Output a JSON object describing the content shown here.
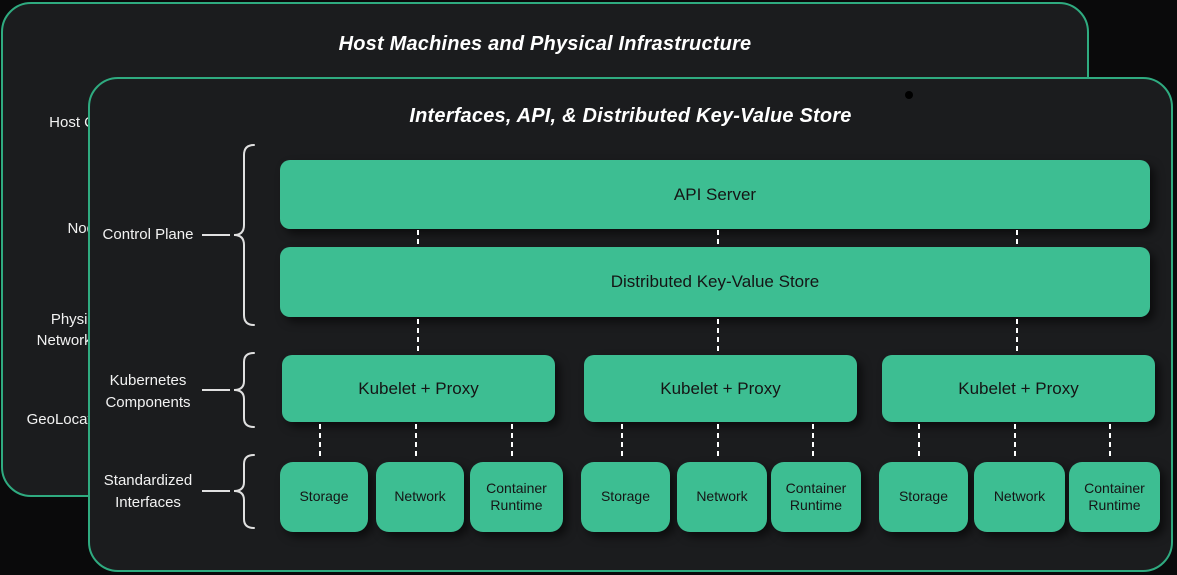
{
  "colors": {
    "canvas_background": "#0a0a0b",
    "panel_fill": "#1b1c1e",
    "panel_border": "#2fab80",
    "box_fill": "#3dbe92",
    "box_text": "#151515",
    "label_text": "#f2f2f2",
    "brace_stroke": "#e0e0e0",
    "connector_dash": "#ffffff"
  },
  "back_panel": {
    "title": "Host Machines and Physical Infrastructure",
    "clipped_labels": {
      "host": "Host C",
      "nodes": "Nod",
      "physical_line1": "Physic",
      "physical_line2": "Networki",
      "geolocation": "GeoLocati"
    }
  },
  "front_panel": {
    "title": "Interfaces, API, & Distributed Key-Value Store",
    "rail_labels": {
      "control_plane": "Control Plane",
      "kubernetes_line1": "Kubernetes",
      "kubernetes_line2": "Components",
      "standardized_line1": "Standardized",
      "standardized_line2": "Interfaces"
    },
    "boxes": {
      "api_server": "API Server",
      "key_value_store": "Distributed Key-Value Store",
      "kubelet_proxy": "Kubelet + Proxy",
      "storage": "Storage",
      "network": "Network",
      "container_runtime": "Container Runtime"
    }
  }
}
